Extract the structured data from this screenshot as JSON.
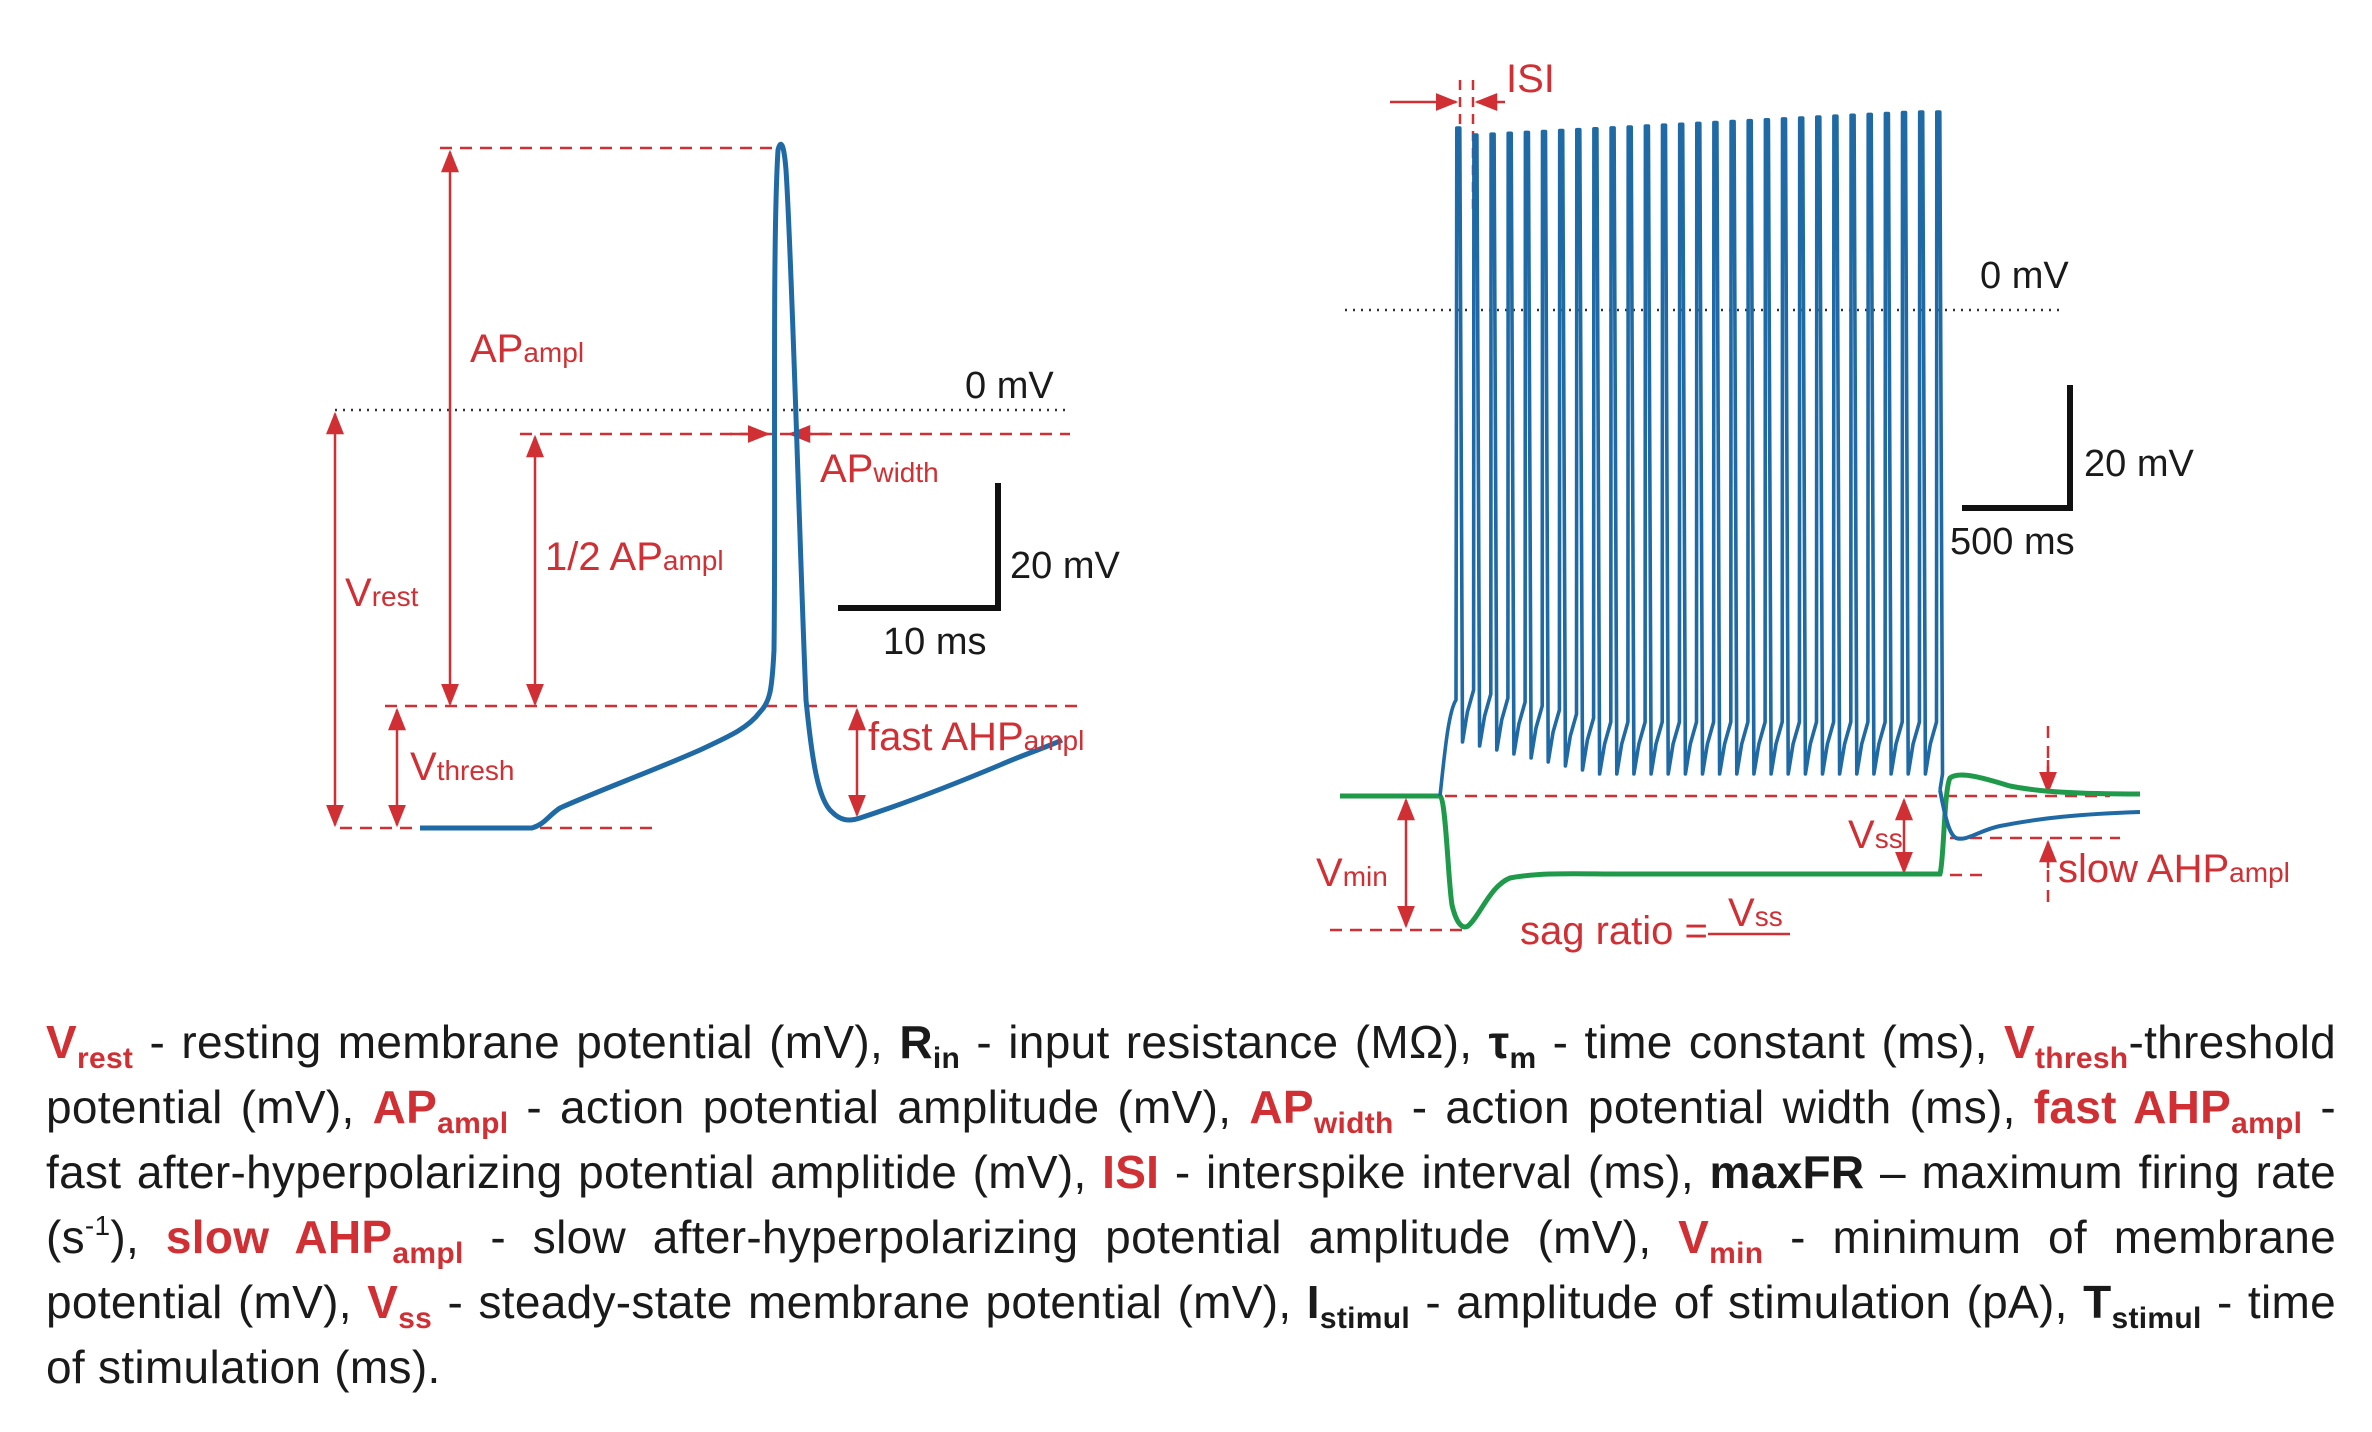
{
  "colors": {
    "trace": "#1f6aa5",
    "hyper": "#1f9a4a",
    "annot": "#d03034",
    "text": "#1a1a1a"
  },
  "left": {
    "zero_label": "0 mV",
    "ap_ampl": {
      "main": "AP",
      "sub": "ampl"
    },
    "ap_width": {
      "main": "AP",
      "sub": "width"
    },
    "half_ap": {
      "main": "1/2 AP",
      "sub": "ampl"
    },
    "v_rest": {
      "main": "V",
      "sub": "rest"
    },
    "v_thresh": {
      "main": "V",
      "sub": "thresh"
    },
    "fast_ahp": {
      "main": "fast AHP",
      "sub": "ampl"
    },
    "scale_v": "20 mV",
    "scale_t": "10 ms"
  },
  "right": {
    "isi": "ISI",
    "zero_label": "0 mV",
    "scale_v": "20 mV",
    "scale_t": "500 ms",
    "v_min": {
      "main": "V",
      "sub": "min"
    },
    "v_ss": {
      "main": "V",
      "sub": "ss"
    },
    "slow_ahp": {
      "main": "slow AHP",
      "sub": "ampl"
    },
    "sag_ratio": "sag ratio =",
    "sag_num": {
      "main": "V",
      "sub": "ss"
    },
    "spike_count": 29
  },
  "legend": {
    "t01": "V",
    "s01": "rest",
    "t02": " - resting membrane potential (mV), ",
    "t03": "R",
    "s03": "in",
    "t04": " - input resistance (MΩ), ",
    "t05": "τ",
    "s05": "m",
    "t06": " - time constant (ms), ",
    "t07": "V",
    "s07": "thresh",
    "t08": "-threshold potential (mV), ",
    "t09": "AP",
    "s09": "ampl",
    "t10": " - action potential amplitude (mV), ",
    "t11": "AP",
    "s11": "width",
    "t12": " - action potential width (ms), ",
    "t13": "fast AHP",
    "s13": "ampl",
    "t14": " - fast after-hyperpolarizing potential amplitide (mV), ",
    "t15": "ISI",
    "t16": " - interspike interval (ms), ",
    "t17": "maxFR",
    "t18": " – maximum firing rate (s",
    "p18": "-1",
    "t19": "),   ",
    "t20": "slow AHP",
    "s20": "ampl",
    "t21": " - slow after-hyperpolarizing potential amplitude (mV), ",
    "t22": "V",
    "s22": "min",
    "t23": " - minimum of membrane potential (mV), ",
    "t24": "V",
    "s24": "ss",
    "t25": " - steady-state membrane potential (mV), ",
    "t26": "I",
    "s26": "stimul",
    "t27": " - amplitude of stimulation (pA), ",
    "t28": "T",
    "s28": "stimul",
    "t29": " - time of stimulation (ms)."
  }
}
